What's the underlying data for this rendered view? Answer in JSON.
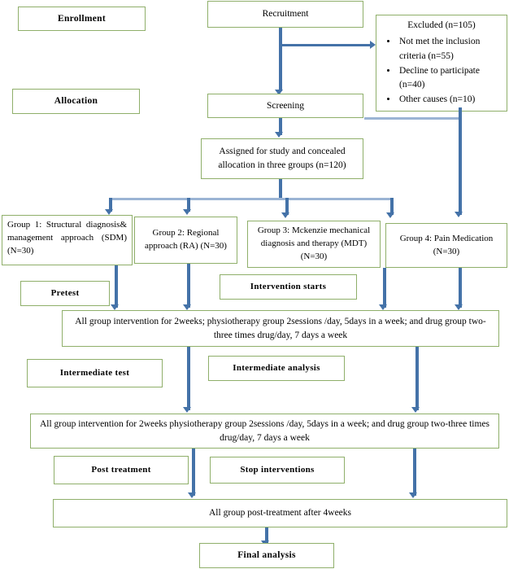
{
  "diagram": {
    "title": "CONSORT-style study flow diagram",
    "accent_border_color": "#8faf6a",
    "connector_color": "#4472a8",
    "background": "#ffffff"
  },
  "stage_labels": {
    "enrollment": "Enrollment",
    "allocation": "Allocation"
  },
  "nodes": {
    "recruitment": "Recruitment",
    "screening": "Screening",
    "assigned": "Assigned for study and concealed allocation in three groups (n=120)",
    "group1": "Group 1: Structural diagnosis& management approach (SDM)(N=30)",
    "group2": "Group 2: Regional approach (RA) (N=30)",
    "group3": "Group 3: Mckenzie mechanical diagnosis and therapy (MDT) (N=30)",
    "group4": "Group 4: Pain Medication (N=30)",
    "intervention_1": "All group intervention for 2weeks; physiotherapy group 2sessions /day, 5days in a week; and drug group two-three times drug/day, 7 days a week",
    "intervention_2": "All group intervention for 2weeks physiotherapy group 2sessions /day, 5days in a week; and drug group two-three times drug/day, 7 days a week",
    "post_treatment_all": "All group post-treatment after 4weeks",
    "final_analysis": "Final analysis"
  },
  "annotations": {
    "pretest": "Pretest",
    "intervention_starts": "Intervention starts",
    "intermediate_test": "Intermediate test",
    "intermediate_analysis": "Intermediate analysis",
    "post_treatment": "Post treatment",
    "stop_interventions": "Stop interventions"
  },
  "excluded": {
    "title": "Excluded (n=105)",
    "reasons": [
      "Not met the inclusion criteria (n=55)",
      "Decline to participate (n=40)",
      "Other causes (n=10)"
    ]
  }
}
